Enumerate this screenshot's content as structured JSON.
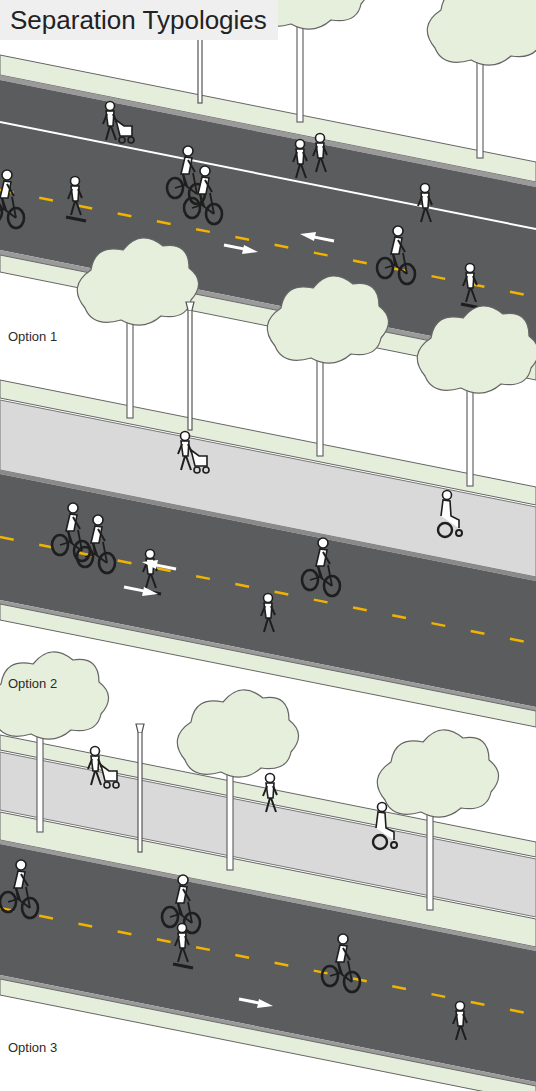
{
  "diagram": {
    "title": "Separation Typologies",
    "labels": [
      "Option 1",
      "Option 2",
      "Option 3"
    ]
  }
}
